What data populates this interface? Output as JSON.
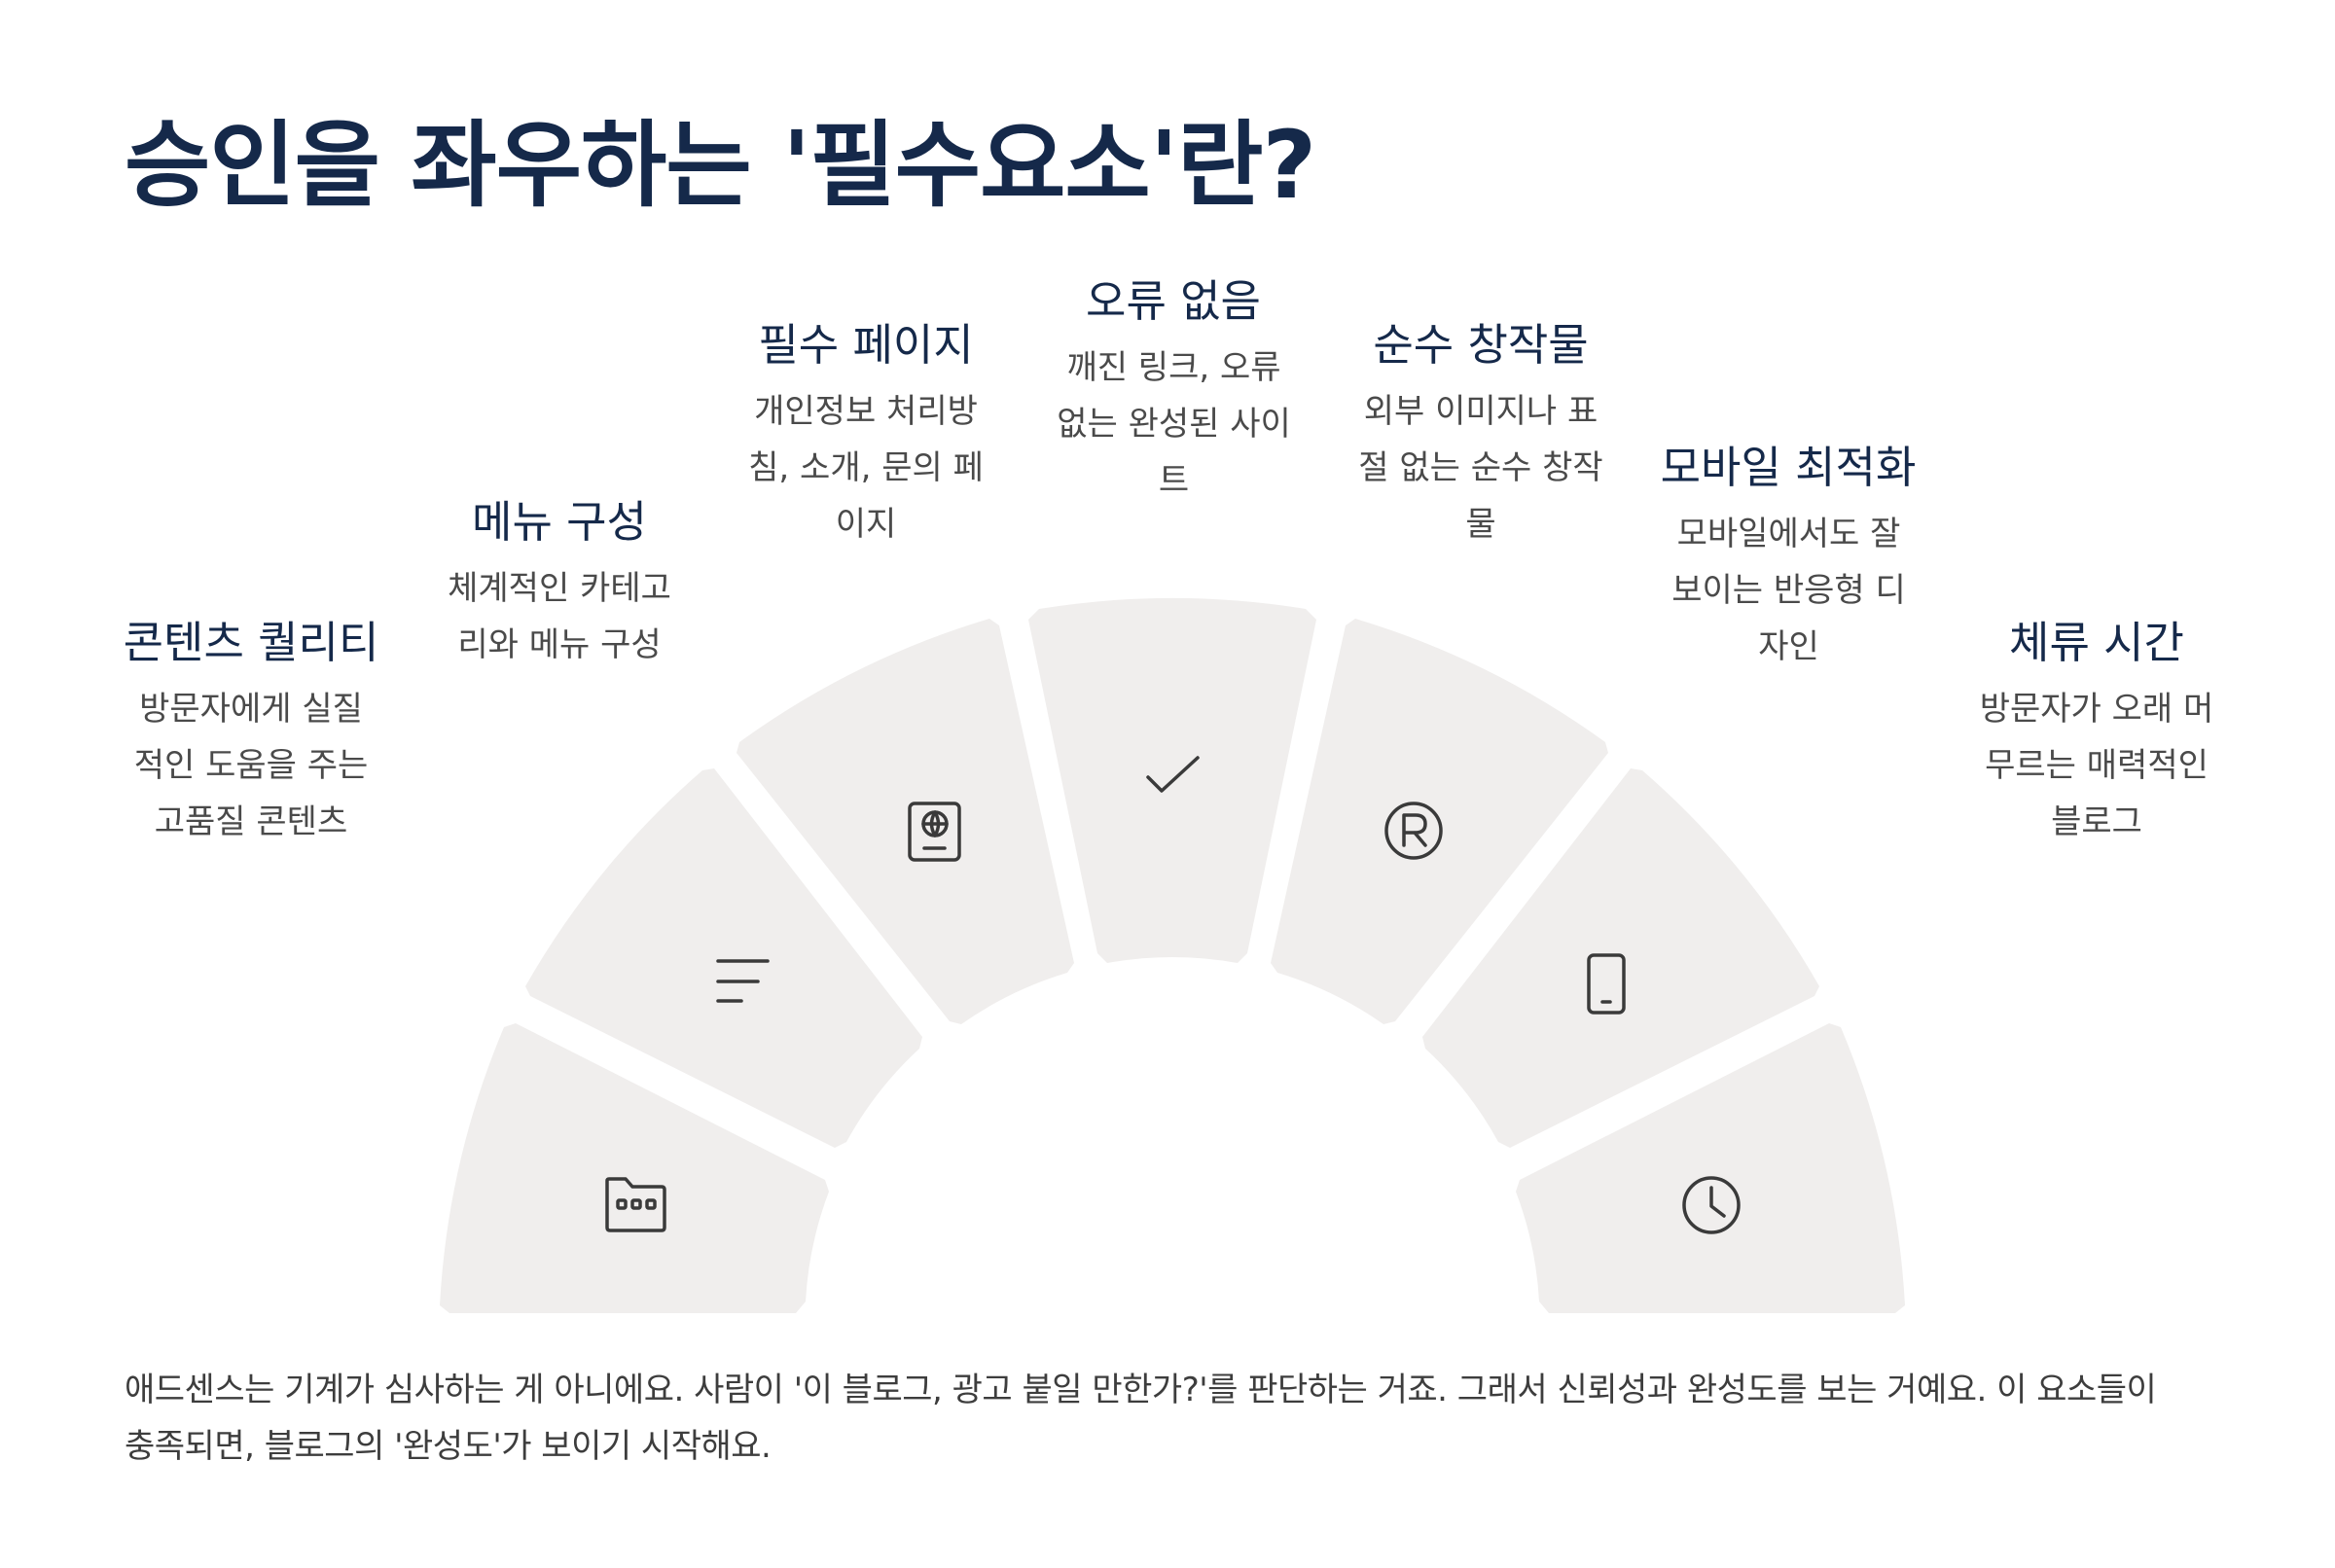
{
  "title": "승인을 좌우하는 '필수요소'란?",
  "items": [
    {
      "title": "콘텐츠 퀄리티",
      "desc": "방문자에게 실질적인 도움을 주는 고품질 콘텐츠",
      "icon": "folder-icon"
    },
    {
      "title": "메뉴 구성",
      "desc": "체계적인 카테고리와 메뉴 구성",
      "icon": "menu-lines-icon"
    },
    {
      "title": "필수 페이지",
      "desc": "개인정보 처리방침, 소개, 문의 페이지",
      "icon": "passport-icon"
    },
    {
      "title": "오류 없음",
      "desc": "깨진 링크, 오류 없는 완성된 사이트",
      "icon": "checkmark-icon"
    },
    {
      "title": "순수 창작물",
      "desc": "외부 이미지나 표절 없는 순수 창작물",
      "icon": "registered-icon"
    },
    {
      "title": "모바일 최적화",
      "desc": "모바일에서도 잘 보이는 반응형 디자인",
      "icon": "mobile-icon"
    },
    {
      "title": "체류 시간",
      "desc": "방문자가 오래 머무르는 매력적인 블로그",
      "icon": "clock-icon"
    }
  ],
  "footer": "애드센스는 기계가 심사하는 게 아니에요. 사람이 '이 블로그, 광고 붙일 만한가?'를 판단하는 거죠. 그래서 신뢰성과 완성도를 보는 거예요. 이 요소들이 충족되면, 블로그의 '완성도'가 보이기 시작해요.",
  "colors": {
    "segment_fill": "#f0eeed",
    "title_color": "#15294a",
    "icon_stroke": "#3a3a3a"
  }
}
